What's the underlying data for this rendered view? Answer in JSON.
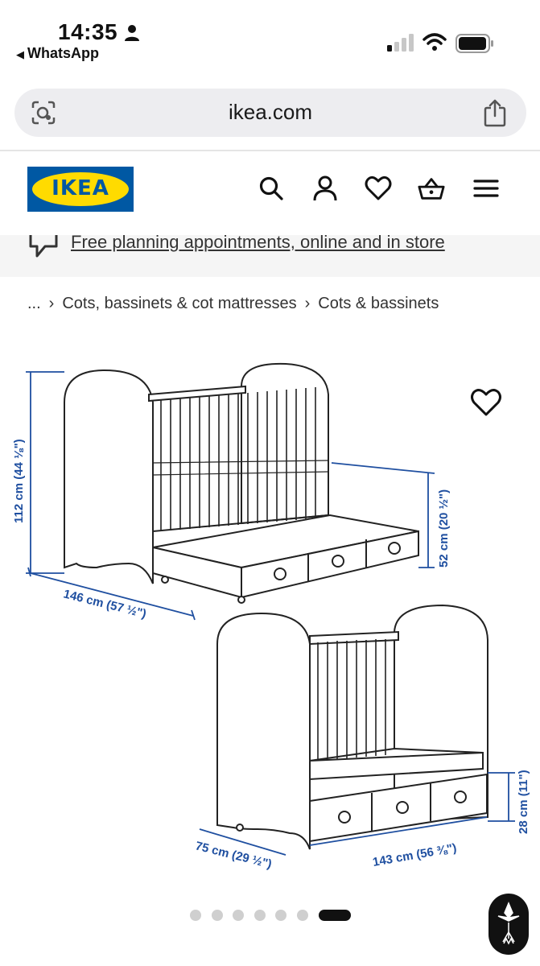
{
  "status_bar": {
    "time": "14:35",
    "back_app": "WhatsApp",
    "icons": [
      "person-icon",
      "signal-icon",
      "wifi-icon",
      "battery-icon"
    ]
  },
  "browser": {
    "url": "ikea.com",
    "icons": [
      "lens-icon",
      "share-icon"
    ]
  },
  "header": {
    "logo_text": "IKEA",
    "brand_colors": {
      "blue": "#0058a3",
      "yellow": "#ffdb00"
    },
    "icons": [
      "search-icon",
      "account-icon",
      "heart-icon",
      "basket-icon",
      "menu-icon"
    ]
  },
  "promo": {
    "text": "Free planning appointments, online and in store",
    "icon": "chat-icon"
  },
  "breadcrumb": {
    "ellipsis": "...",
    "items": [
      "Cots, bassinets & cot mattresses",
      "Cots & bassinets"
    ]
  },
  "product_image": {
    "dimensions": {
      "height": "112 cm (44 ⅛\")",
      "length": "146 cm (57 ½\")",
      "drawer_height": "52 cm (20 ½\")",
      "depth": "75 cm (29 ½\")",
      "inner_length": "143 cm (56 ⅜\")",
      "base_height": "28 cm (11\")"
    }
  },
  "pagination": {
    "total": 7,
    "active": 7
  }
}
